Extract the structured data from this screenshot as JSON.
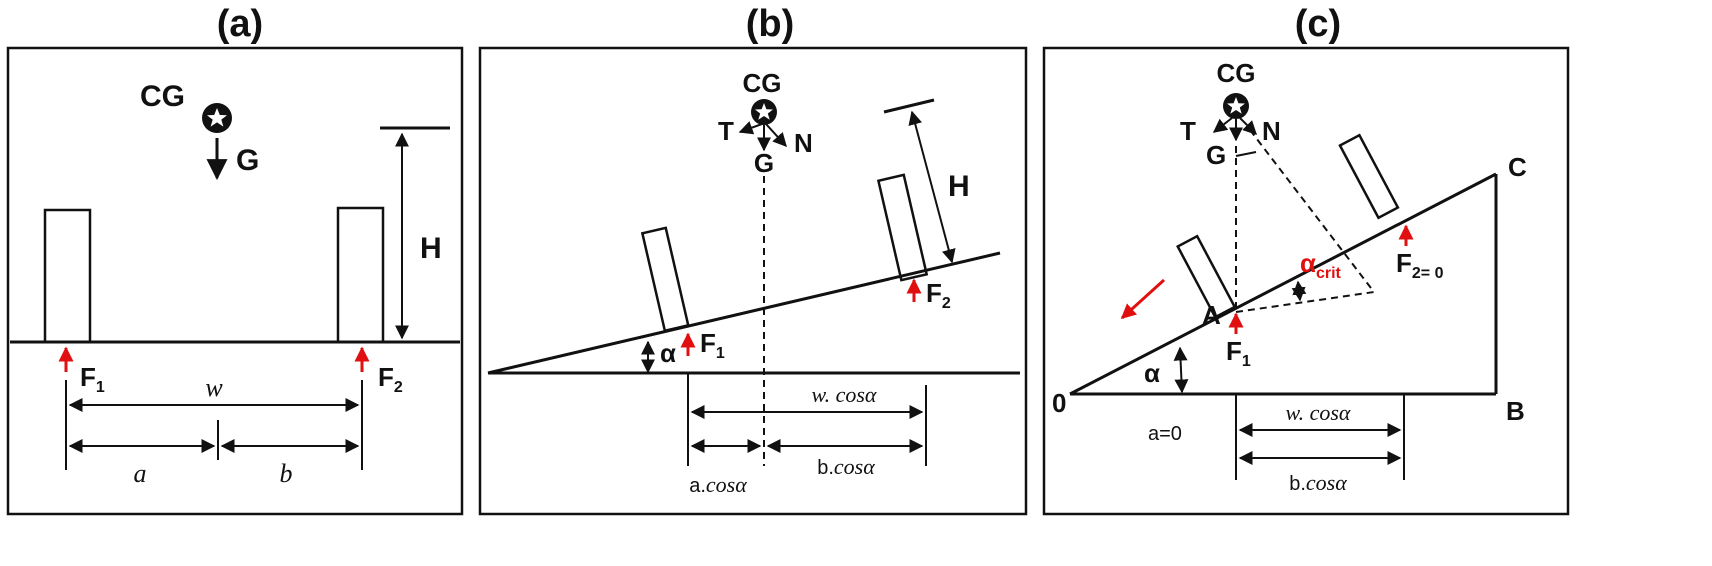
{
  "panels": {
    "a": {
      "title": "(a)",
      "cg_label": "CG",
      "g_label": "G",
      "h_label": "H",
      "f1_label": "F",
      "f1_sub": "1",
      "f2_label": "F",
      "f2_sub": "2",
      "w_label": "w",
      "a_label": "a",
      "b_label": "b"
    },
    "b": {
      "title": "(b)",
      "cg_label": "CG",
      "t_label": "T",
      "n_label": "N",
      "g_label": "G",
      "h_label": "H",
      "f1_label": "F",
      "f1_sub": "1",
      "f2_label": "F",
      "f2_sub": "2",
      "alpha_label": "α",
      "w_cos_prefix": "w. ",
      "w_cos_suffix": "cosα",
      "a_cos_prefix": "a.",
      "a_cos_suffix": "cosα",
      "b_cos_prefix": "b.",
      "b_cos_suffix": "cosα"
    },
    "c": {
      "title": "(c)",
      "cg_label": "CG",
      "t_label": "T",
      "n_label": "N",
      "g_label": "G",
      "c_label": "C",
      "a_point_label": "A",
      "o_label": "0",
      "b_point_label": "B",
      "alpha_label": "α",
      "alpha_crit_label": "α",
      "alpha_crit_sub": "crit",
      "f1_label": "F",
      "f1_sub": "1",
      "f2_label": "F",
      "f2_sub": "2= 0",
      "a_zero_label": "a=0",
      "w_cos_prefix": "w. ",
      "w_cos_suffix": "cosα",
      "b_cos_prefix": "b.",
      "b_cos_suffix": "cosα"
    }
  },
  "colors": {
    "line": "#111111",
    "force_arrow": "#e01010"
  }
}
